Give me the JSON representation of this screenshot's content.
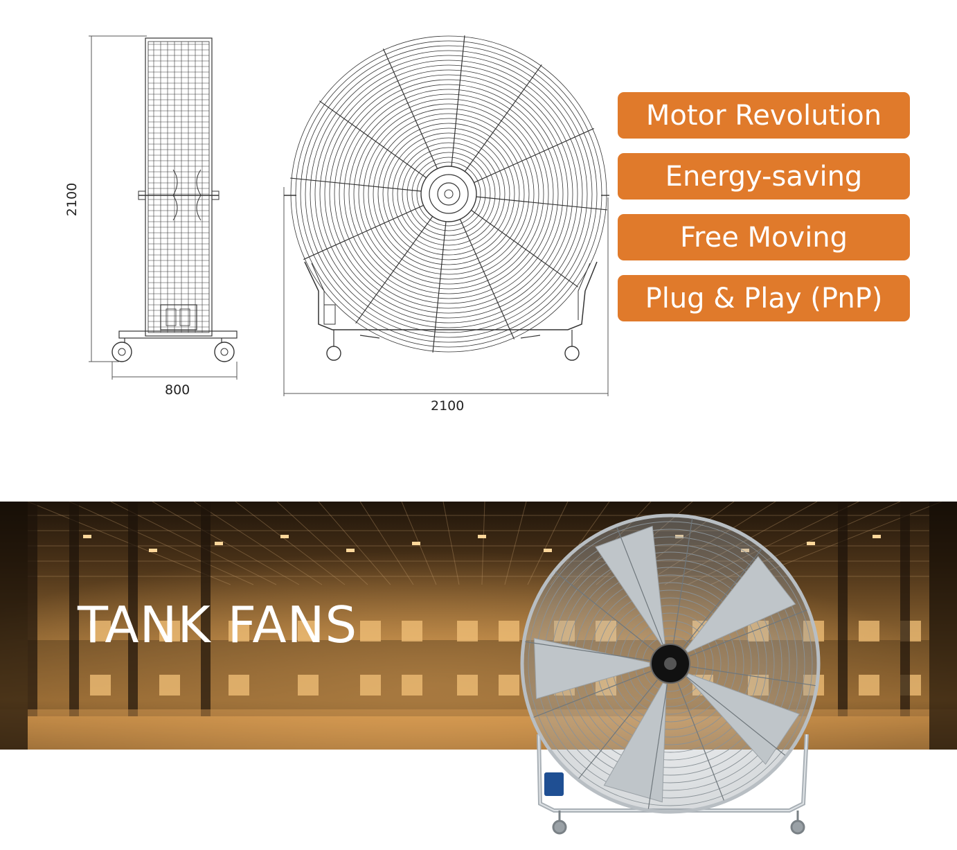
{
  "dimensions": {
    "side_height": "2100",
    "side_width": "800",
    "front_width": "2100"
  },
  "features": [
    {
      "label": "Motor Revolution"
    },
    {
      "label": "Energy-saving"
    },
    {
      "label": "Free Moving"
    },
    {
      "label": "Plug & Play (PnP)"
    }
  ],
  "banner": {
    "title": "TANK FANS"
  },
  "colors": {
    "accent": "#e07a2b",
    "banner_dark": "#2a1a0c",
    "banner_warm": "#c98a3c",
    "line": "#333333"
  },
  "icons": {
    "side_view": "fan-side-view-drawing",
    "front_view": "fan-front-view-drawing",
    "product": "tank-fan-product-photo"
  }
}
